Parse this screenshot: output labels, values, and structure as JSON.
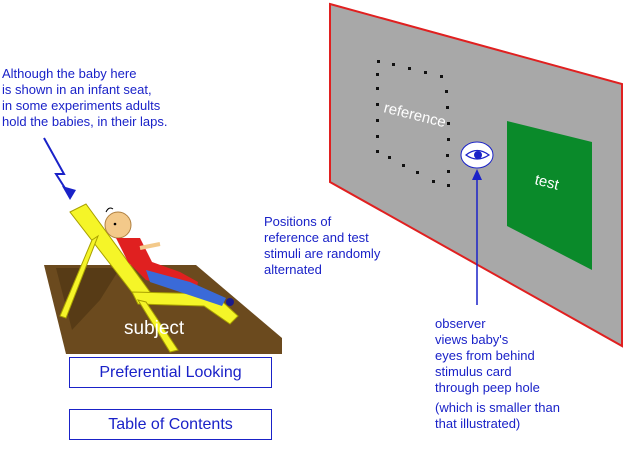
{
  "notes": {
    "baby_note": "Although the baby here\nis shown in an infant seat,\nin some experiments adults\nhold the babies, in their laps.",
    "positions_note": "Positions of\nreference and test\nstimuli are randomly\nalternated",
    "observer_note": "observer\nviews baby's\neyes from behind\nstimulus card\nthrough peep hole",
    "peephole_note": "(which is smaller than\nthat illustrated)"
  },
  "diagram": {
    "subject_label": "subject",
    "reference_label": "reference",
    "test_label": "test"
  },
  "nav": {
    "preferential_looking": "Preferential Looking",
    "table_of_contents": "Table of Contents"
  },
  "colors": {
    "text_blue": "#1a22c8",
    "card_gray": "#a8a8a8",
    "card_border": "#e02020",
    "test_green": "#0a8a2a",
    "seat_yellow": "#f5f528",
    "floor_brown": "#6b4a1e"
  }
}
